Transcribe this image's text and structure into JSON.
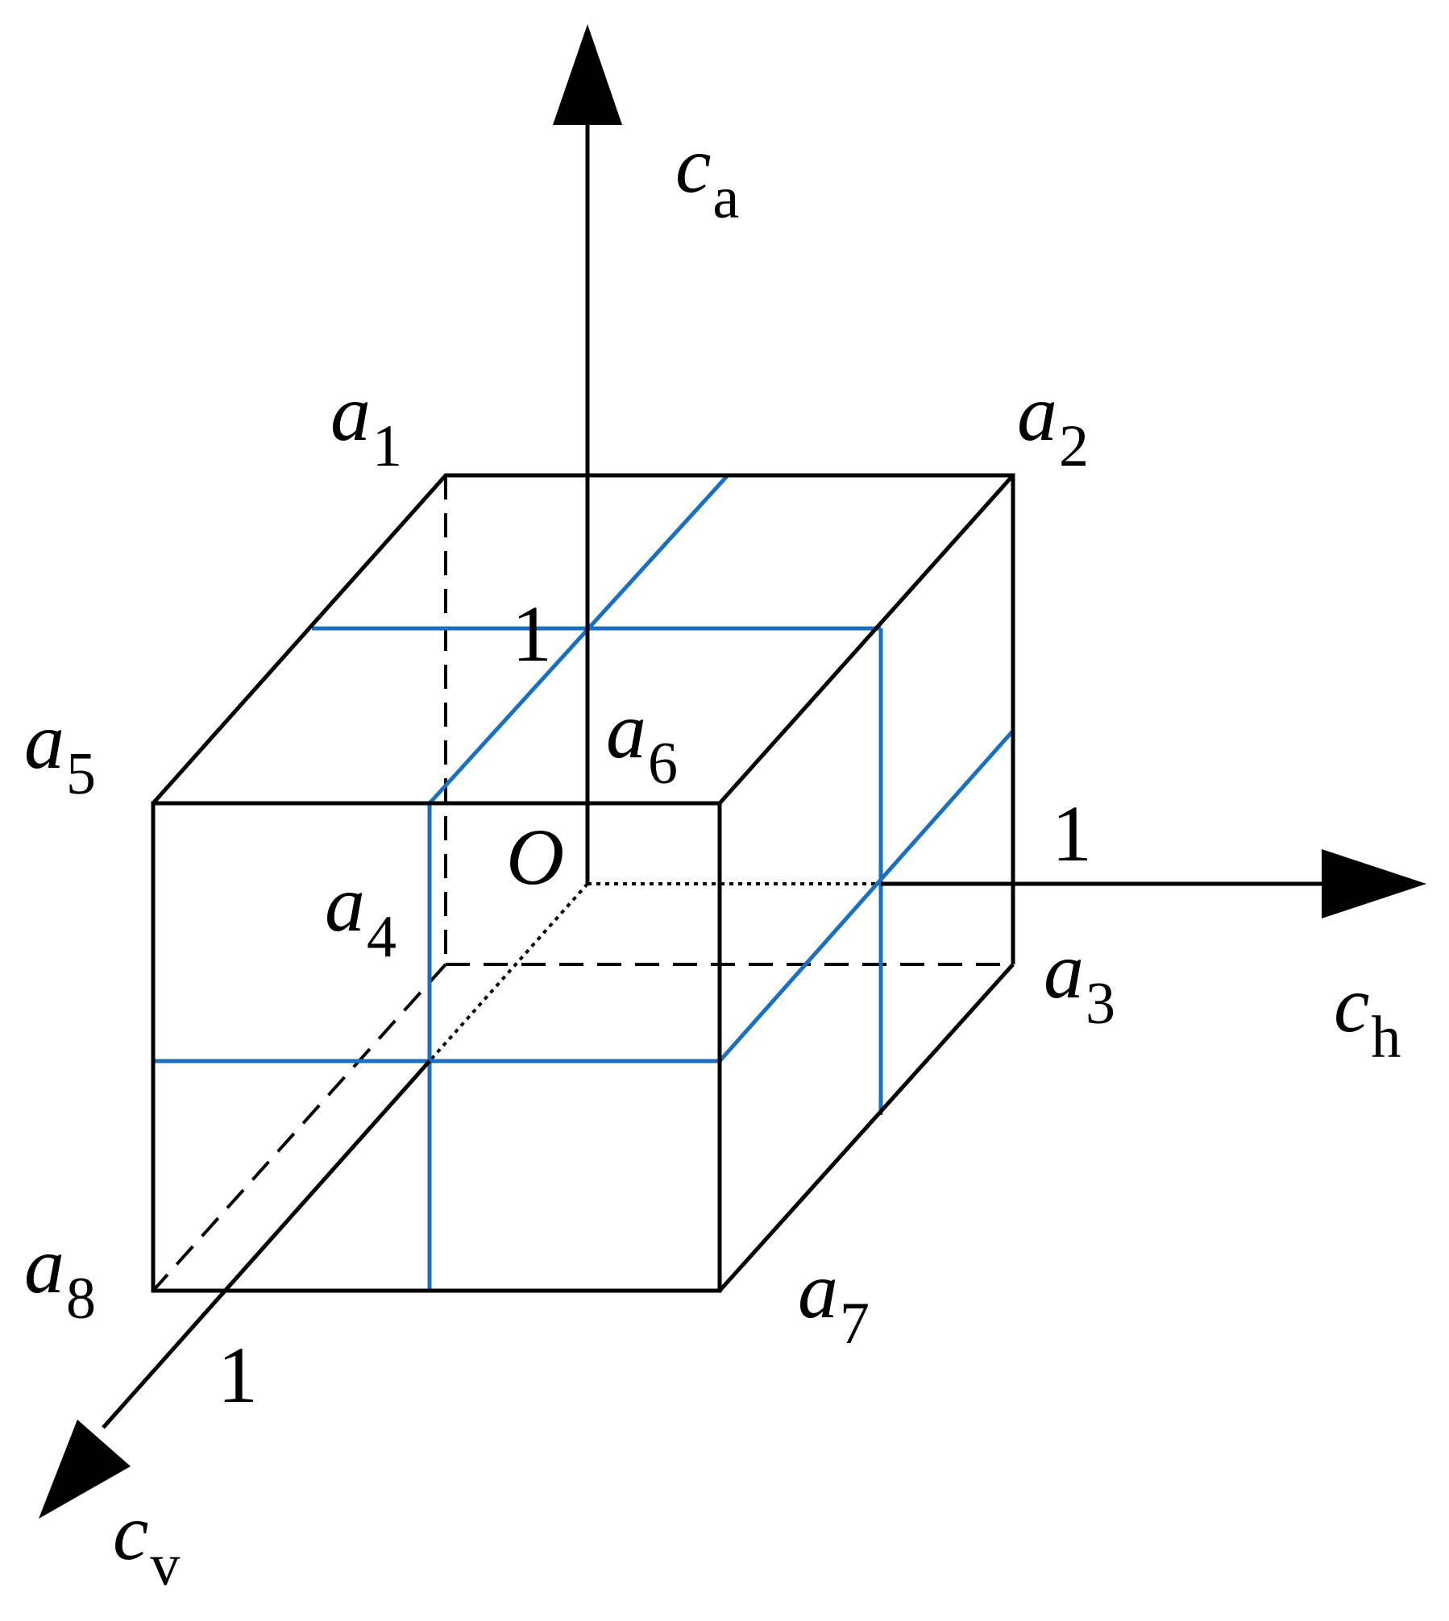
{
  "axes": {
    "vertical": {
      "symbol": "c",
      "subscript": "a"
    },
    "horizontal": {
      "symbol": "c",
      "subscript": "h"
    },
    "depth": {
      "symbol": "c",
      "subscript": "v"
    }
  },
  "origin": "O",
  "unit_ticks": {
    "vertical": "1",
    "horizontal": "1",
    "depth": "1"
  },
  "vertices": [
    {
      "symbol": "a",
      "subscript": "1"
    },
    {
      "symbol": "a",
      "subscript": "2"
    },
    {
      "symbol": "a",
      "subscript": "3"
    },
    {
      "symbol": "a",
      "subscript": "4"
    },
    {
      "symbol": "a",
      "subscript": "5"
    },
    {
      "symbol": "a",
      "subscript": "6"
    },
    {
      "symbol": "a",
      "subscript": "7"
    },
    {
      "symbol": "a",
      "subscript": "8"
    }
  ],
  "colors": {
    "cube_edges": "#000000",
    "unit_grid": "#1a6fbf"
  }
}
